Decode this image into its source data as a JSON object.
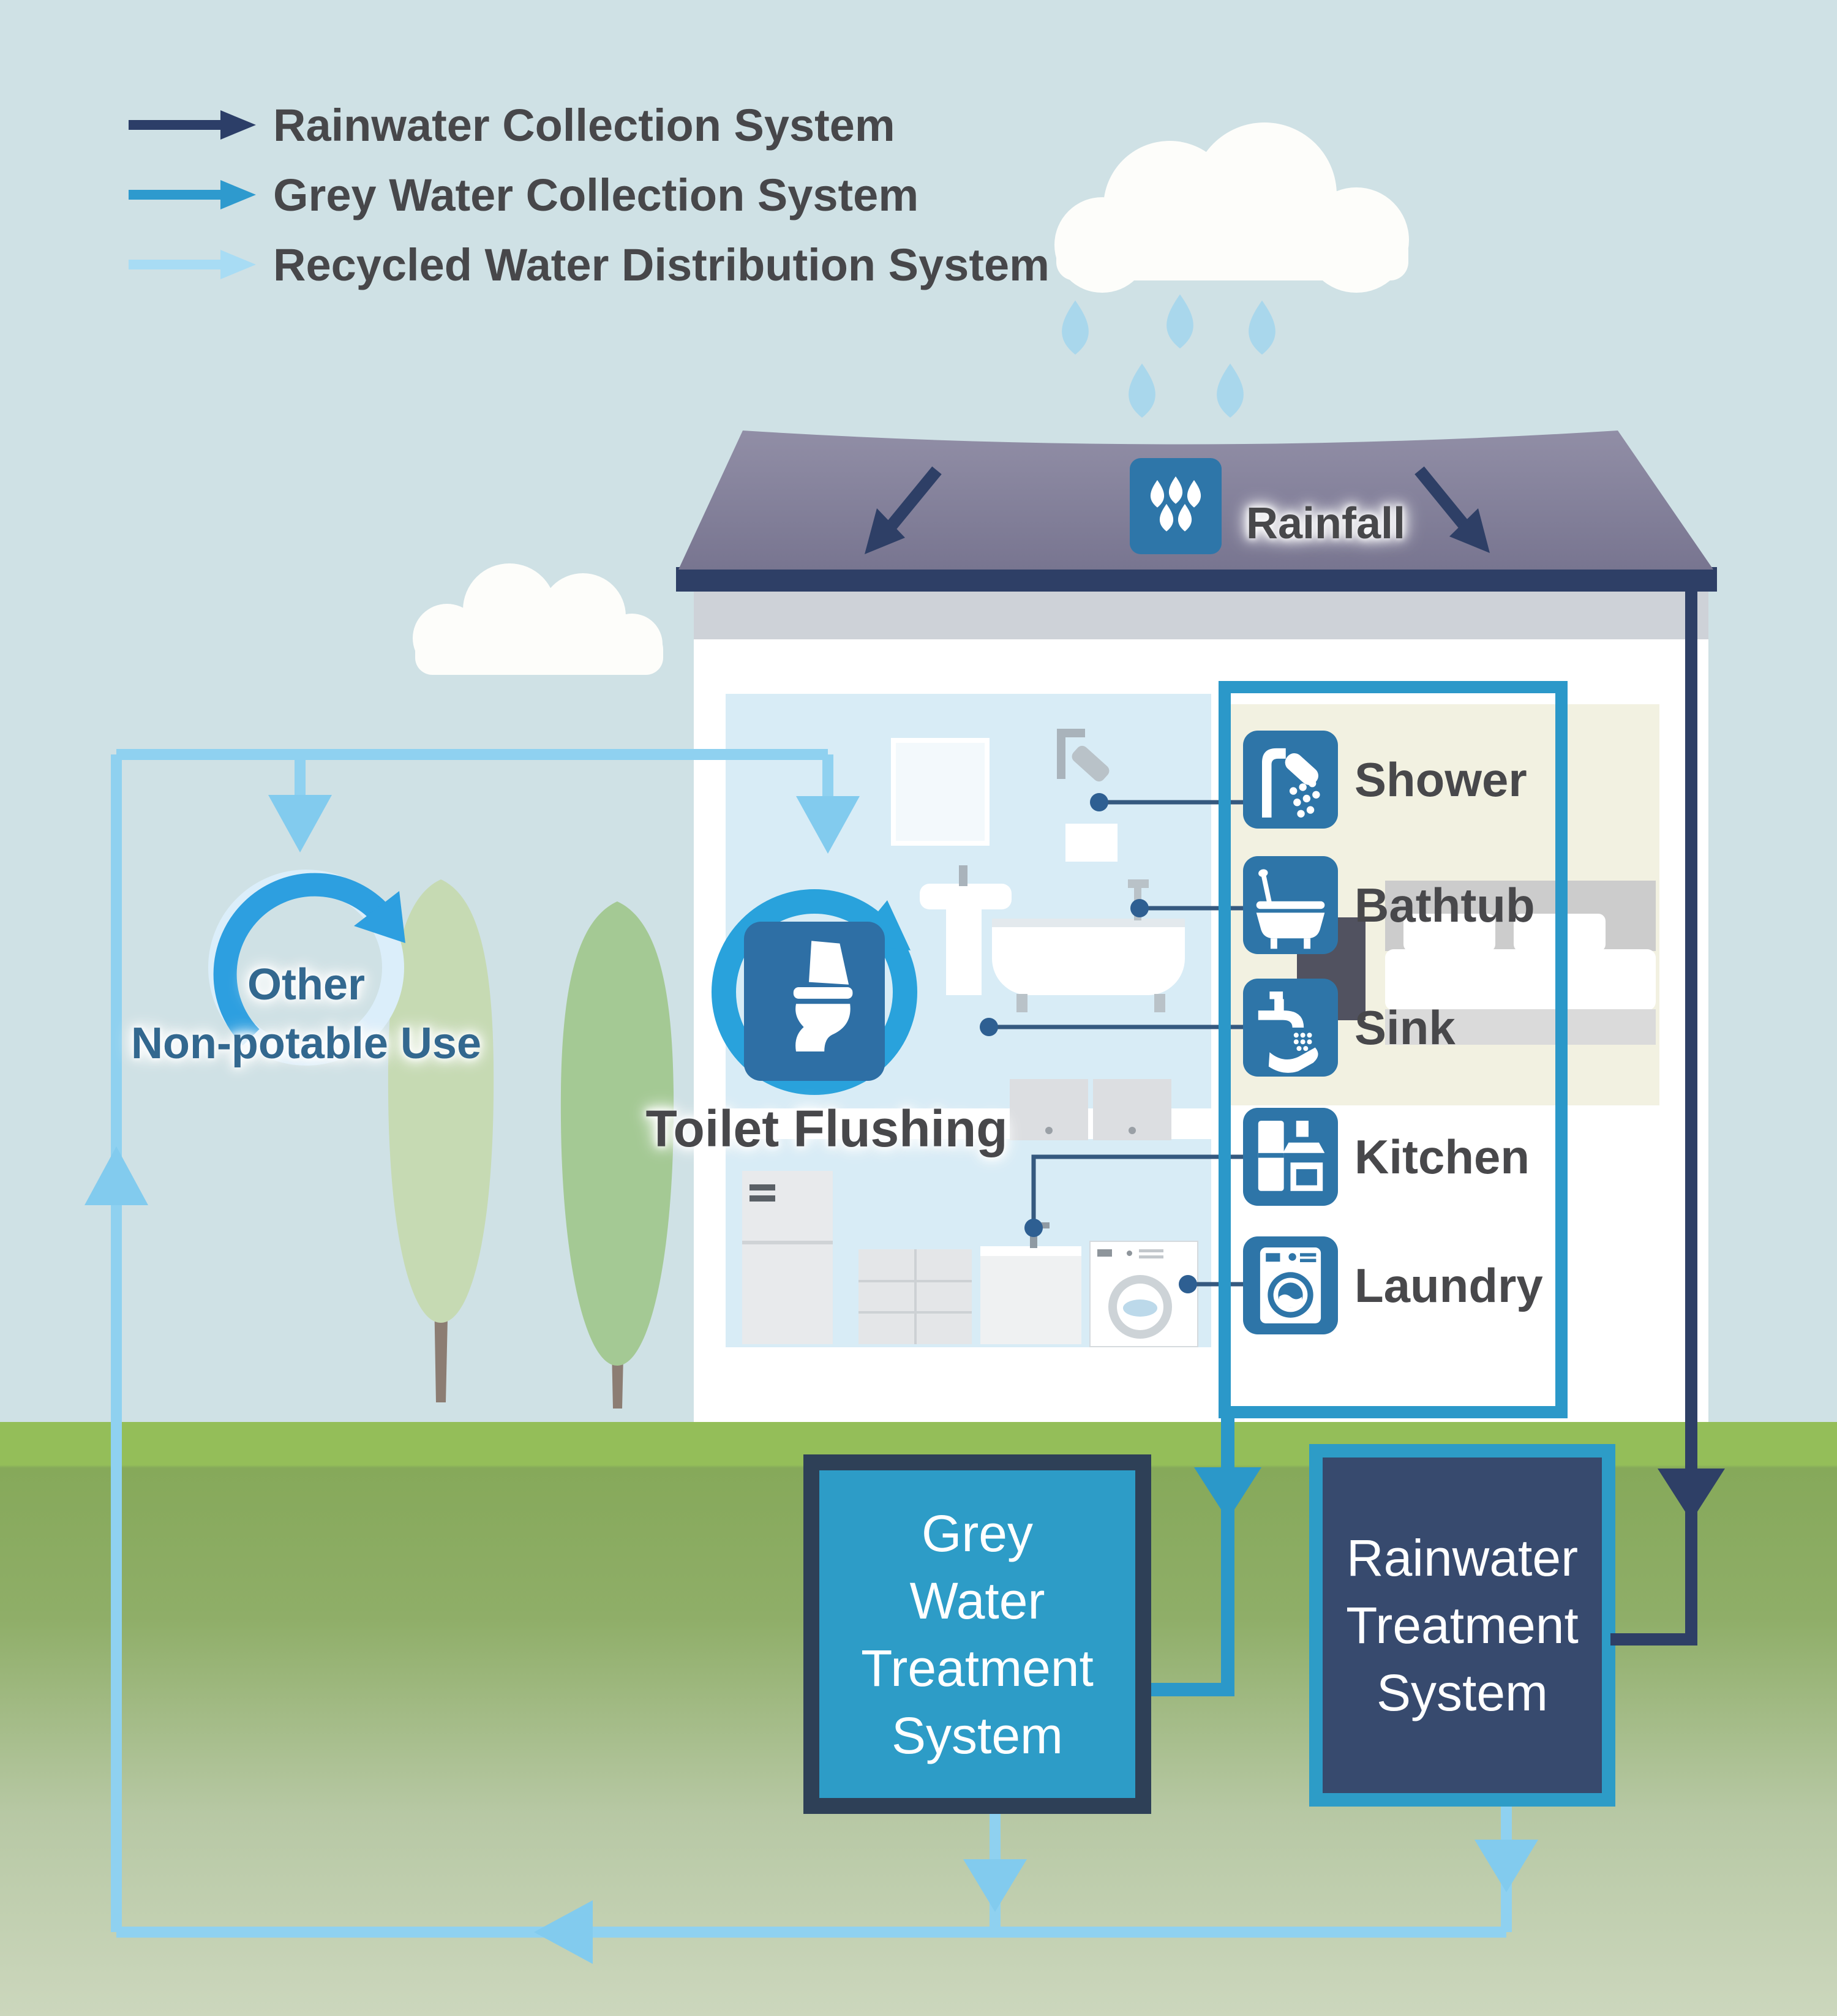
{
  "legend": {
    "items": [
      {
        "label": "Rainwater Collection System",
        "color": "#2c3e68"
      },
      {
        "label": "Grey Water Collection System",
        "color": "#2e9ace"
      },
      {
        "label": "Recycled Water Distribution System",
        "color": "#a8dcf4"
      }
    ]
  },
  "roof": {
    "rainfall_label": "Rainfall"
  },
  "fixtures": [
    {
      "label": "Shower"
    },
    {
      "label": "Bathtub"
    },
    {
      "label": "Sink"
    },
    {
      "label": "Kitchen"
    },
    {
      "label": "Laundry"
    }
  ],
  "toilet": {
    "label": "Toilet Flushing"
  },
  "other_use": {
    "line1": "Other",
    "line2": "Non-potable Use"
  },
  "boxes": {
    "grey": {
      "lines": [
        "Grey",
        "Water",
        "Treatment",
        "System"
      ]
    },
    "rainwater": {
      "lines": [
        "Rainwater",
        "Treatment",
        "System"
      ]
    }
  },
  "colors": {
    "rainwater_navy": "#2e3f66",
    "grey_water_blue": "#2b98c9",
    "recycled_light_blue": "#8fd1f0",
    "icon_blue": "#2e75a8",
    "text_dark": "#47474a",
    "other_use_text": "#33688f",
    "sky": "#cfe1e5",
    "grass": "#94be59",
    "roof_grey": "#8a879f"
  }
}
